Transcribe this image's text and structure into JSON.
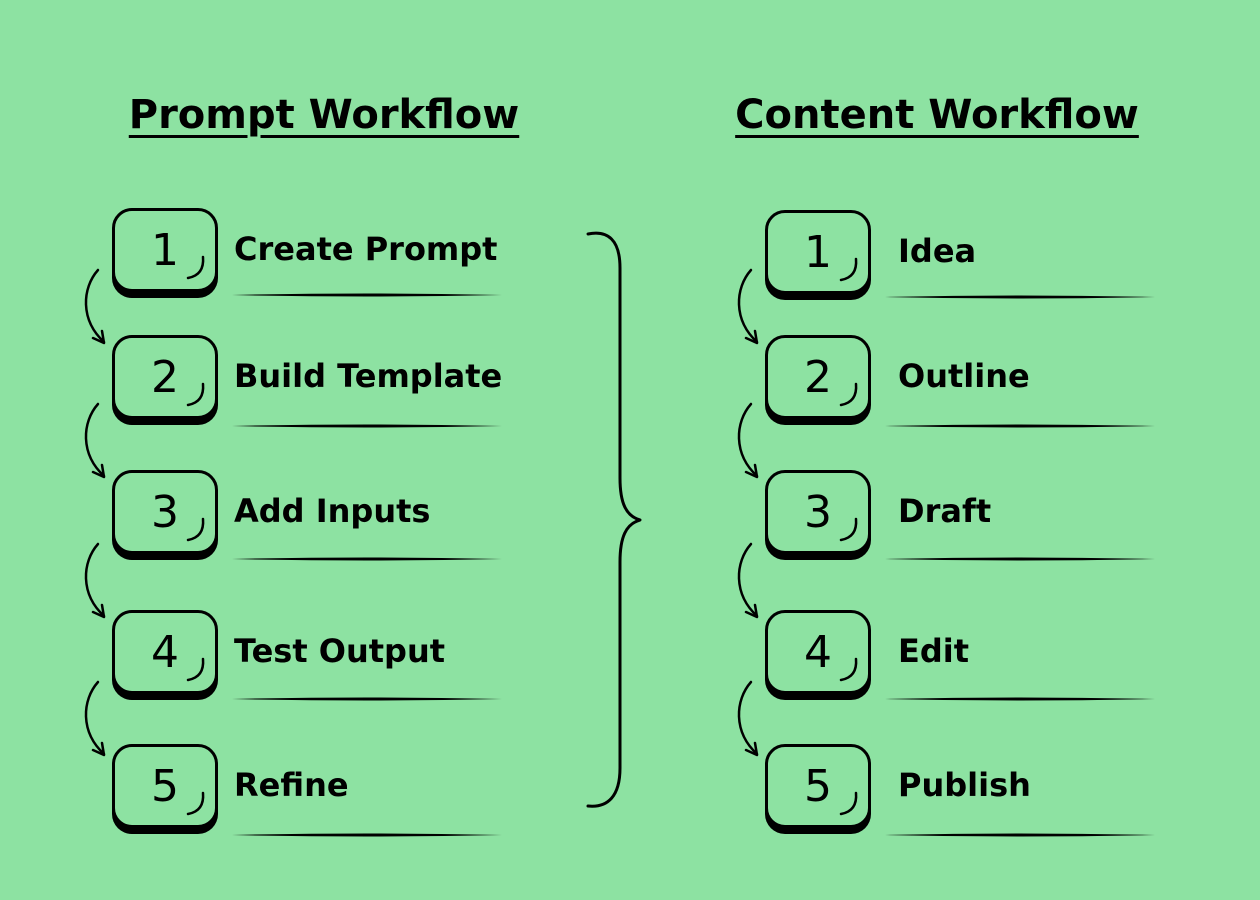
{
  "left_column": {
    "title": "Prompt Workflow",
    "steps": [
      {
        "number": "1",
        "label": "Create Prompt"
      },
      {
        "number": "2",
        "label": "Build Template"
      },
      {
        "number": "3",
        "label": "Add Inputs"
      },
      {
        "number": "4",
        "label": "Test Output"
      },
      {
        "number": "5",
        "label": "Refine"
      }
    ]
  },
  "right_column": {
    "title": "Content Workflow",
    "steps": [
      {
        "number": "1",
        "label": "Idea"
      },
      {
        "number": "2",
        "label": "Outline"
      },
      {
        "number": "3",
        "label": "Draft"
      },
      {
        "number": "4",
        "label": "Edit"
      },
      {
        "number": "5",
        "label": "Publish"
      }
    ]
  },
  "colors": {
    "background": "#8de2a2",
    "ink": "#000000"
  },
  "icons": {
    "step_connector": "curved-arrow-down-icon",
    "group_bracket": "curly-brace-right-icon"
  }
}
